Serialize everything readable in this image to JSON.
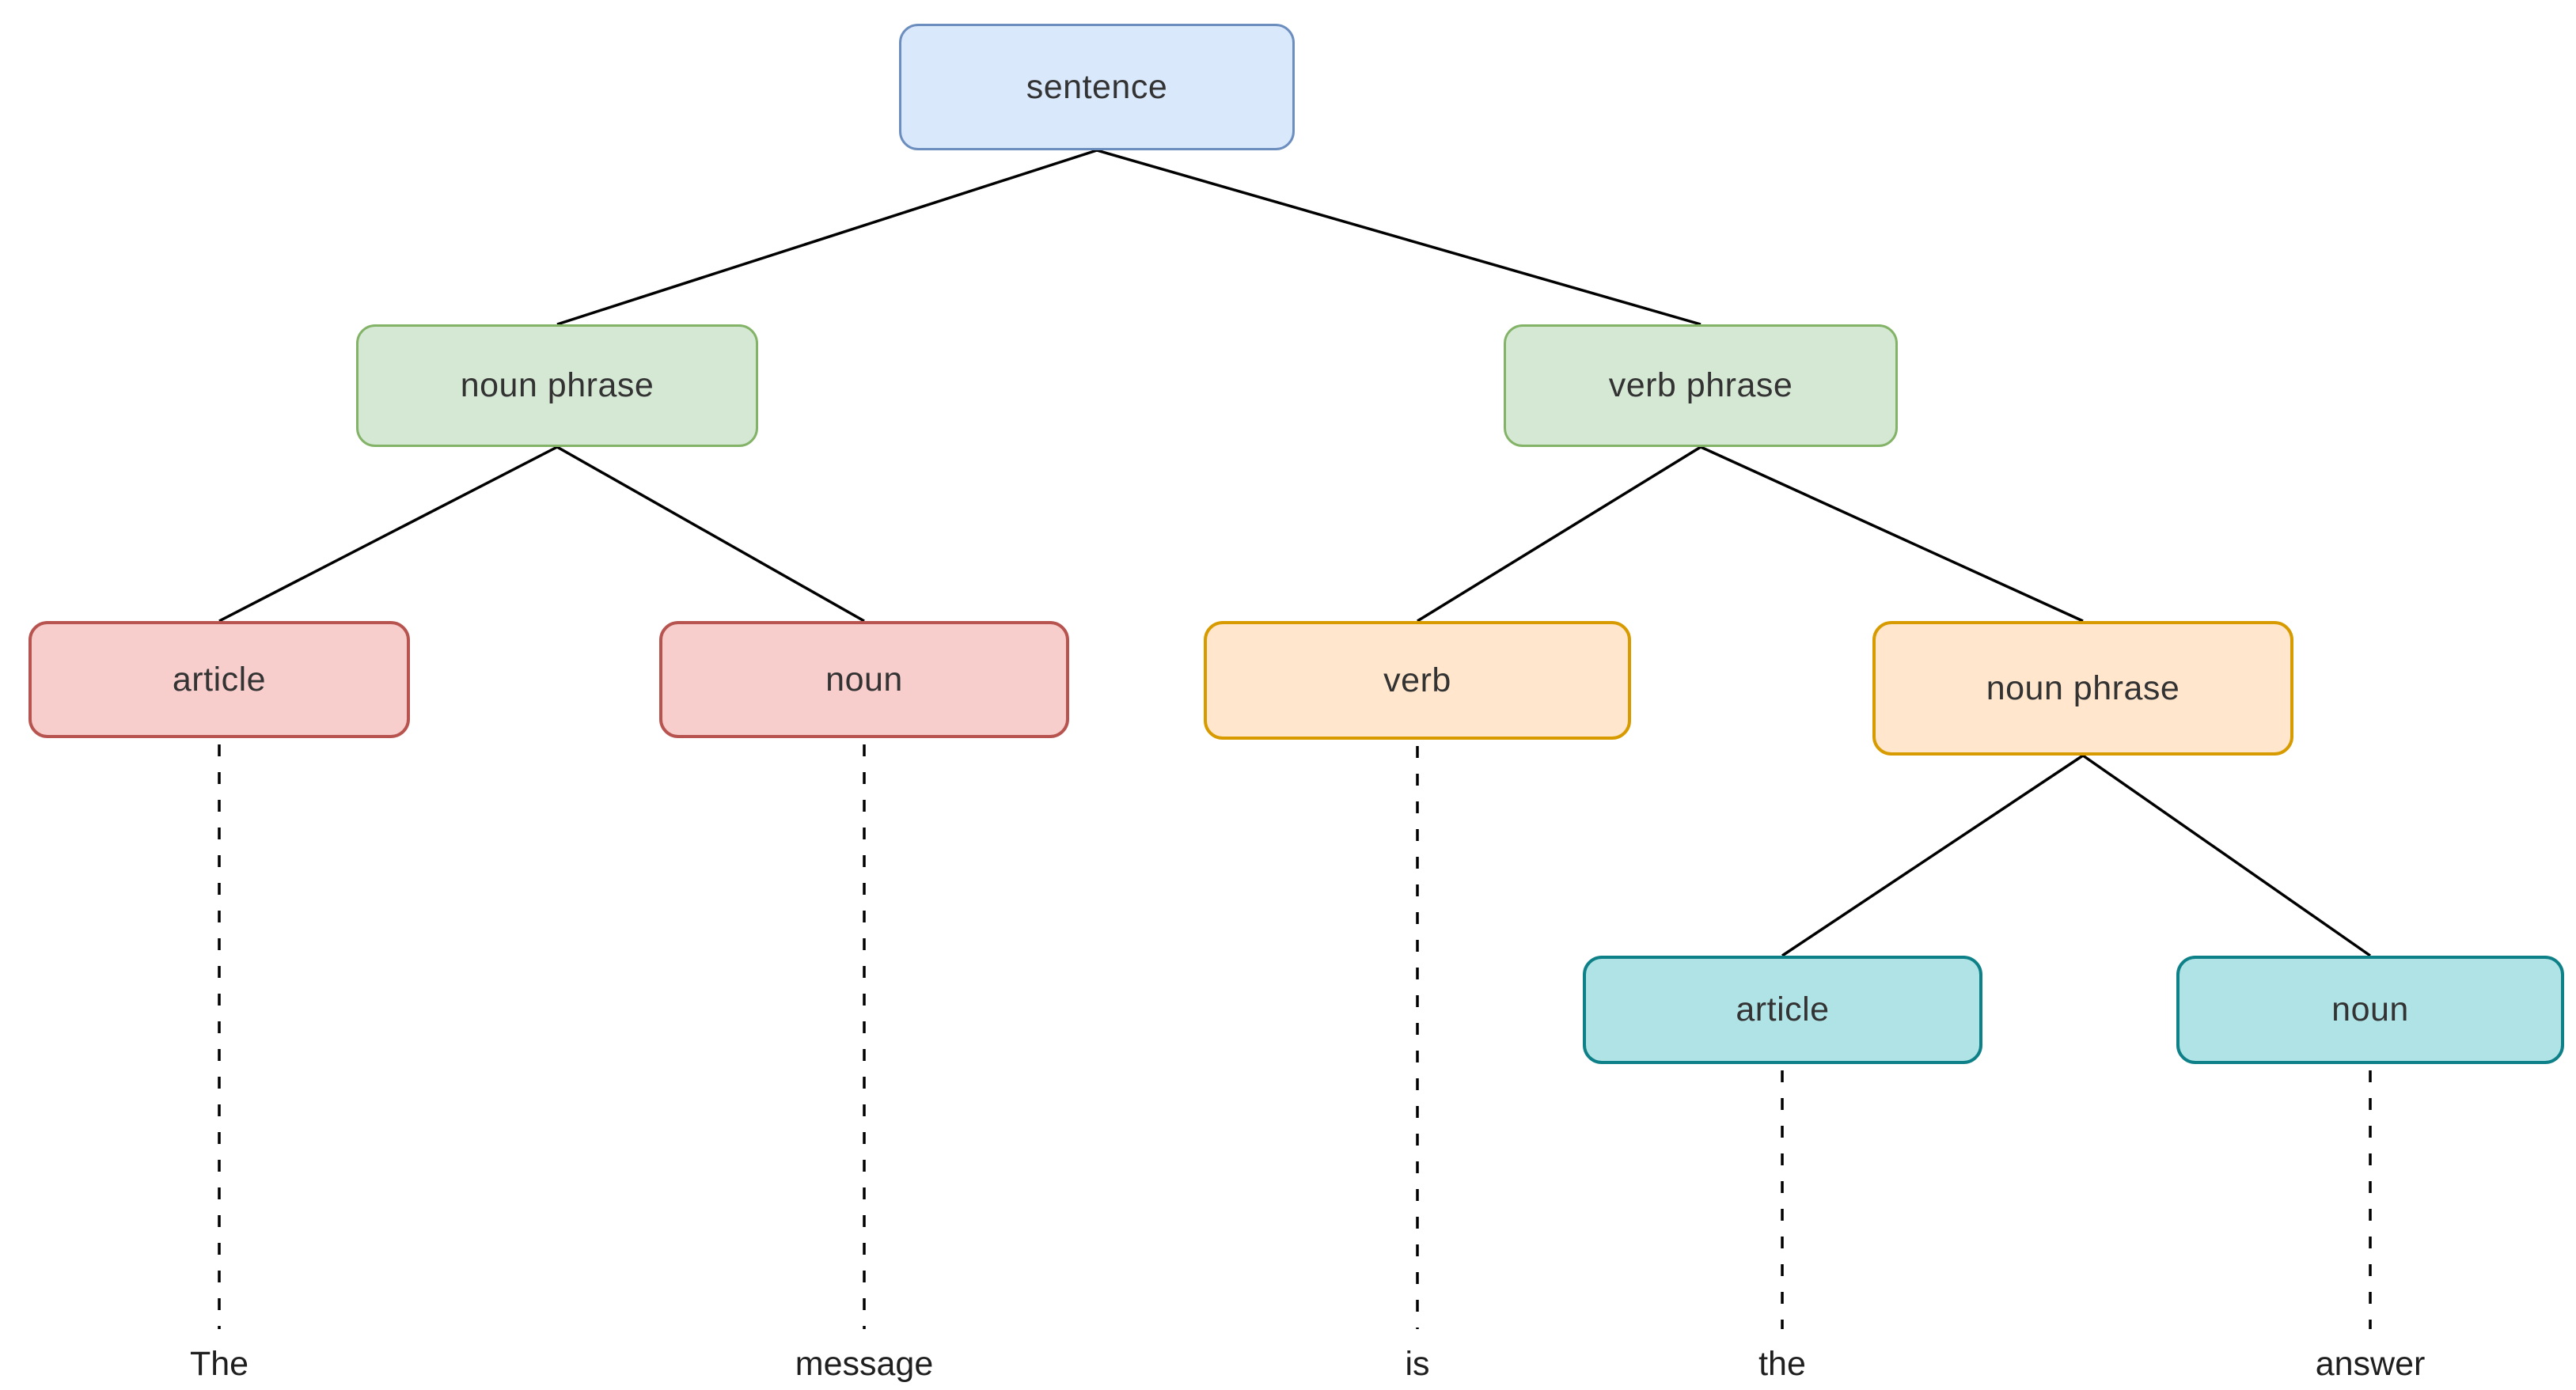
{
  "diagram_type": "syntax-parse-tree",
  "nodes": [
    {
      "id": "sentence",
      "label": "sentence",
      "palette": "blue",
      "level": 0
    },
    {
      "id": "noun-phrase-1",
      "label": "noun phrase",
      "palette": "green",
      "level": 1
    },
    {
      "id": "verb-phrase",
      "label": "verb phrase",
      "palette": "green",
      "level": 1
    },
    {
      "id": "article-1",
      "label": "article",
      "palette": "red",
      "level": 2
    },
    {
      "id": "noun-1",
      "label": "noun",
      "palette": "red",
      "level": 2
    },
    {
      "id": "verb",
      "label": "verb",
      "palette": "orange",
      "level": 2
    },
    {
      "id": "noun-phrase-2",
      "label": "noun phrase",
      "palette": "orange",
      "level": 2
    },
    {
      "id": "article-2",
      "label": "article",
      "palette": "teal",
      "level": 3
    },
    {
      "id": "noun-2",
      "label": "noun",
      "palette": "teal",
      "level": 3
    }
  ],
  "words": [
    {
      "text": "The",
      "parent": "article-1"
    },
    {
      "text": "message",
      "parent": "noun-1"
    },
    {
      "text": "is",
      "parent": "verb"
    },
    {
      "text": "the",
      "parent": "article-2"
    },
    {
      "text": "answer",
      "parent": "noun-2"
    }
  ],
  "edges": [
    {
      "from": "sentence",
      "to": "noun-phrase-1",
      "style": "solid"
    },
    {
      "from": "sentence",
      "to": "verb-phrase",
      "style": "solid"
    },
    {
      "from": "noun-phrase-1",
      "to": "article-1",
      "style": "solid"
    },
    {
      "from": "noun-phrase-1",
      "to": "noun-1",
      "style": "solid"
    },
    {
      "from": "verb-phrase",
      "to": "verb",
      "style": "solid"
    },
    {
      "from": "verb-phrase",
      "to": "noun-phrase-2",
      "style": "solid"
    },
    {
      "from": "noun-phrase-2",
      "to": "article-2",
      "style": "solid"
    },
    {
      "from": "noun-phrase-2",
      "to": "noun-2",
      "style": "solid"
    },
    {
      "from": "article-1",
      "to": "The",
      "style": "dashed"
    },
    {
      "from": "noun-1",
      "to": "message",
      "style": "dashed"
    },
    {
      "from": "verb",
      "to": "is",
      "style": "dashed"
    },
    {
      "from": "article-2",
      "to": "the",
      "style": "dashed"
    },
    {
      "from": "noun-2",
      "to": "answer",
      "style": "dashed"
    }
  ],
  "palette": {
    "blue": {
      "fill": "#dae8fc",
      "stroke": "#6c8ebf"
    },
    "green": {
      "fill": "#d5e8d4",
      "stroke": "#82b366"
    },
    "red": {
      "fill": "#f8cecc",
      "stroke": "#b85450"
    },
    "orange": {
      "fill": "#ffe6cc",
      "stroke": "#d79b00"
    },
    "teal": {
      "fill": "#b0e3e6",
      "stroke": "#0e8088"
    }
  },
  "edge_color": "#000000"
}
